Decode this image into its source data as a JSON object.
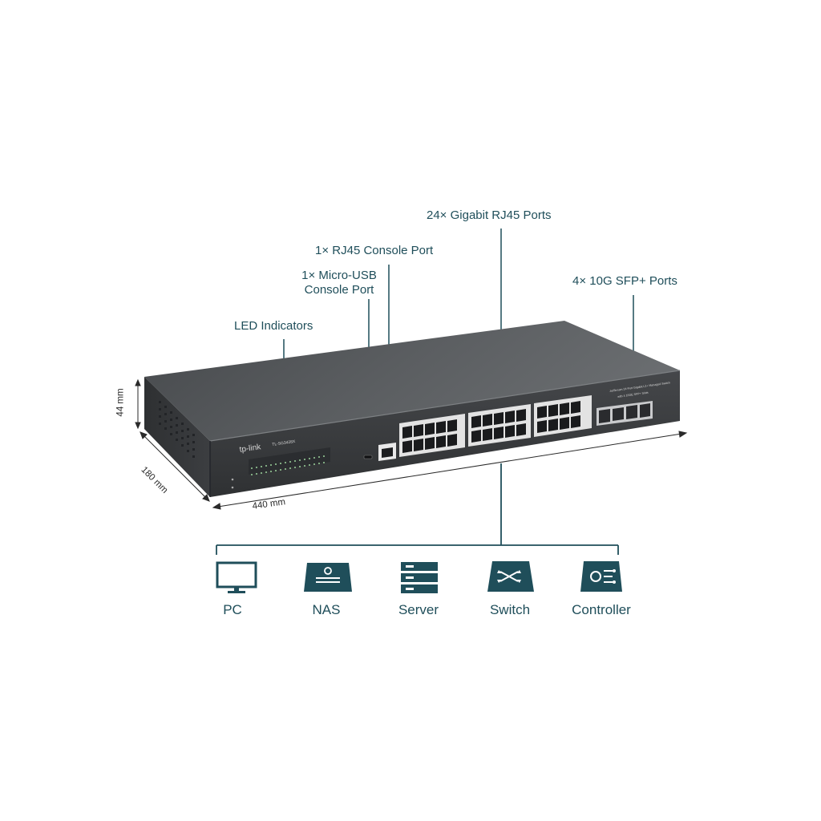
{
  "callouts": {
    "rj45_ports": "24× Gigabit RJ45 Ports",
    "rj45_console": "1× RJ45 Console Port",
    "usb_console_line1": "1× Micro-USB",
    "usb_console_line2": "Console Port",
    "sfp_ports": "4× 10G SFP+ Ports",
    "led_indicators": "LED Indicators"
  },
  "dimensions": {
    "height": "44 mm",
    "depth": "180 mm",
    "width": "440 mm"
  },
  "device_front": {
    "brand": "tp-link",
    "model": "TL-SG3428X",
    "description_line1": "JetStream 24-Port Gigabit L2+ Managed Switch",
    "description_line2": "with 4 10GE SFP+ Slots"
  },
  "connected_devices": [
    {
      "label": "PC",
      "icon": "pc-monitor-icon"
    },
    {
      "label": "NAS",
      "icon": "nas-icon"
    },
    {
      "label": "Server",
      "icon": "server-icon"
    },
    {
      "label": "Switch",
      "icon": "switch-icon"
    },
    {
      "label": "Controller",
      "icon": "controller-icon"
    }
  ],
  "colors": {
    "accent": "#1f4e5a",
    "chassis_front": "#3b3d40",
    "chassis_top": "#505356",
    "port_fill": "#f1f1f1"
  }
}
